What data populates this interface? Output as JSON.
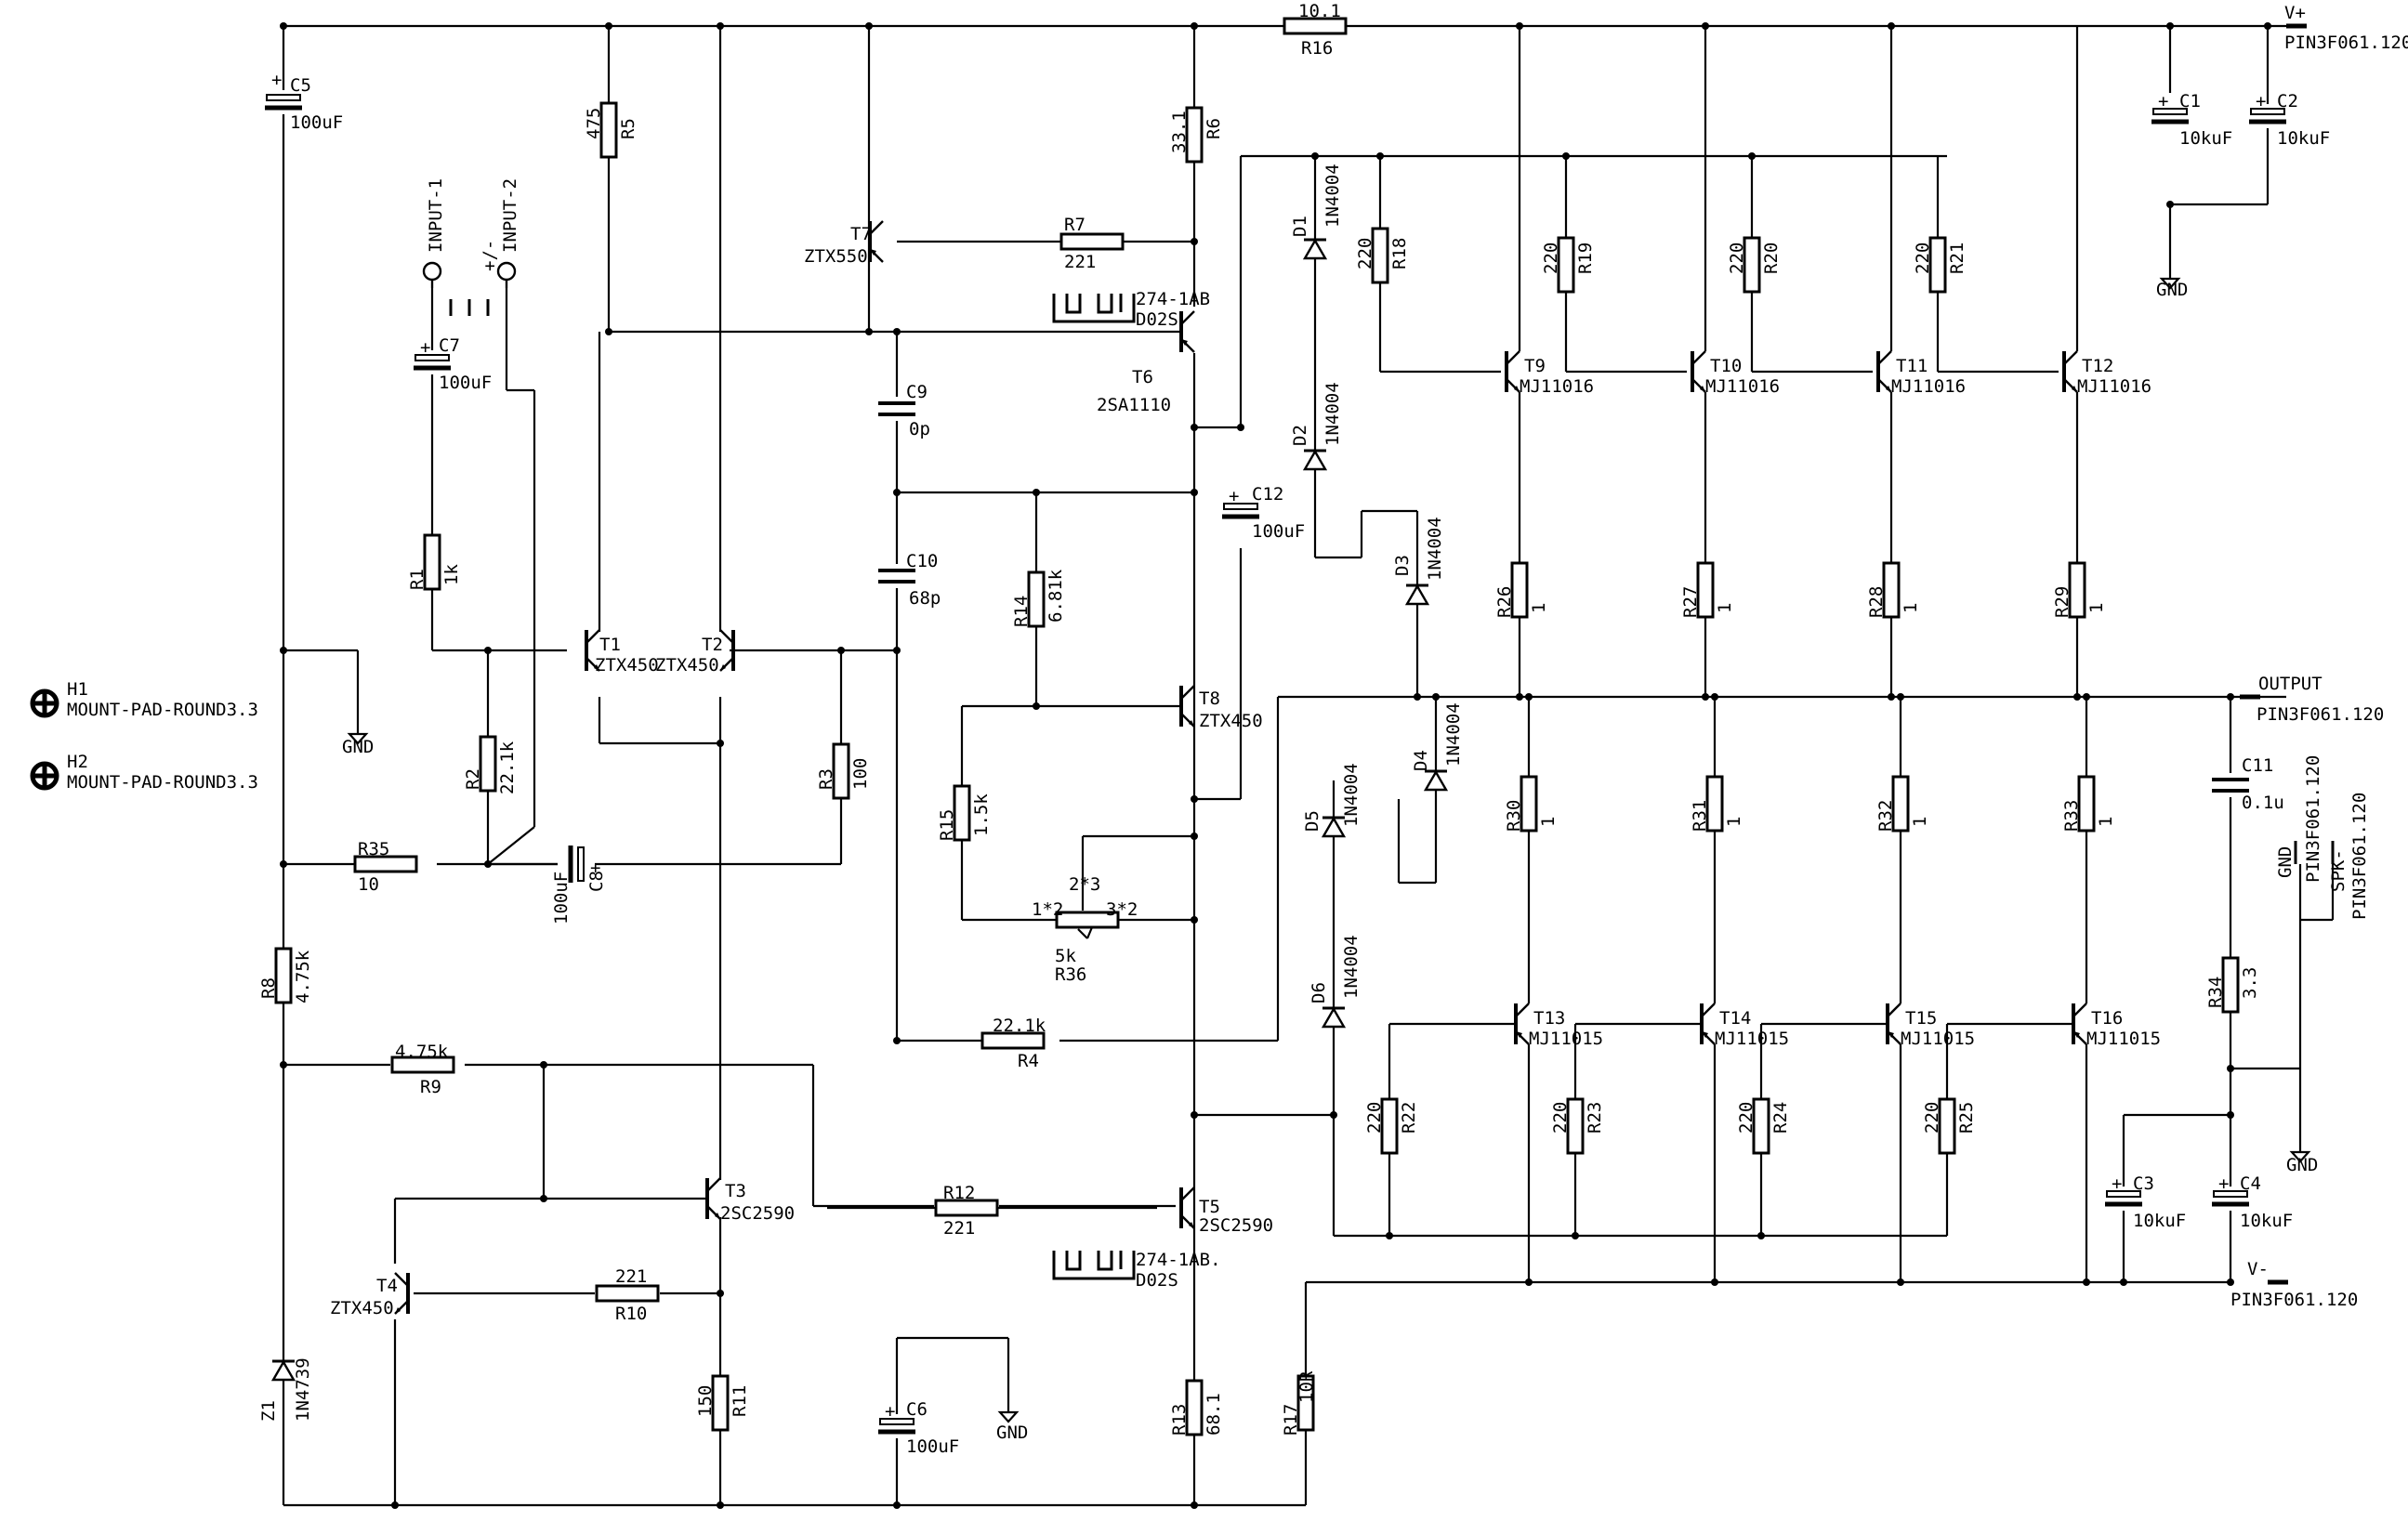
{
  "refs": {
    "R1": "R1",
    "R2": "R2",
    "R3": "R3",
    "R4": "R4",
    "R5": "R5",
    "R6": "R6",
    "R7": "R7",
    "R8": "R8",
    "R9": "R9",
    "R10": "R10",
    "R11": "R11",
    "R12": "R12",
    "R13": "R13",
    "R14": "R14",
    "R15": "R15",
    "R16": "R16",
    "R17": "R17",
    "R18": "R18",
    "R19": "R19",
    "R20": "R20",
    "R21": "R21",
    "R22": "R22",
    "R23": "R23",
    "R24": "R24",
    "R25": "R25",
    "R26": "R26",
    "R27": "R27",
    "R28": "R28",
    "R29": "R29",
    "R30": "R30",
    "R31": "R31",
    "R32": "R32",
    "R33": "R33",
    "R34": "R34",
    "R35": "R35",
    "R36": "R36",
    "C1": "C1",
    "C2": "C2",
    "C3": "C3",
    "C4": "C4",
    "C5": "C5",
    "C6": "C6",
    "C7": "C7",
    "C8": "C8",
    "C9": "C9",
    "C10": "C10",
    "C11": "C11",
    "C12": "C12",
    "D1": "D1",
    "D2": "D2",
    "D3": "D3",
    "D4": "D4",
    "D5": "D5",
    "D6": "D6",
    "T1": "T1",
    "T2": "T2",
    "T3": "T3",
    "T4": "T4",
    "T5": "T5",
    "T6": "T6",
    "T7": "T7",
    "T8": "T8",
    "T9": "T9",
    "T10": "T10",
    "T11": "T11",
    "T12": "T12",
    "T13": "T13",
    "T14": "T14",
    "T15": "T15",
    "T16": "T16",
    "Z1": "Z1",
    "H1": "H1",
    "H2": "H2"
  },
  "values": {
    "R1": "1k",
    "R2": "22.1k",
    "R3": "100",
    "R4": "22.1k",
    "R5": "475",
    "R6": "33.1",
    "R7": "221",
    "R8": "4.75k",
    "R9": "4.75k",
    "R10": "221",
    "R11": "150",
    "R12": "221",
    "R13": "68.1",
    "R14": "6.81k",
    "R15": "1.5k",
    "R16": "10.1",
    "R17": "10R",
    "R18": "220",
    "R19": "220",
    "R20": "220",
    "R21": "220",
    "R22": "220",
    "R23": "220",
    "R24": "220",
    "R25": "220",
    "R26": "1",
    "R27": "1",
    "R28": "1",
    "R29": "1",
    "R30": "1",
    "R31": "1",
    "R32": "1",
    "R33": "1",
    "R34": "3.3",
    "R35": "10",
    "R36": "5k",
    "C1": "10kuF",
    "C2": "10kuF",
    "C3": "10kuF",
    "C4": "10kuF",
    "C5": "100uF",
    "C6": "100uF",
    "C7": "100uF",
    "C8": "100uF",
    "C9": "0p",
    "C10": "68p",
    "C11": "0.1u",
    "C12": "100uF",
    "D1": "1N4004",
    "D2": "1N4004",
    "D3": "1N4004",
    "D4": "1N4004",
    "D5": "1N4004",
    "D6": "1N4004",
    "T1": "ZTX450",
    "T2": "ZTX450",
    "T3": "2SC2590",
    "T4": "ZTX450",
    "T5": "2SC2590",
    "T6": "2SA1110",
    "T7": "ZTX550",
    "T8": "ZTX450",
    "T9": "MJ11016",
    "T10": "MJ11016",
    "T11": "MJ11016",
    "T12": "MJ11016",
    "T13": "MJ11015",
    "T14": "MJ11015",
    "T15": "MJ11015",
    "T16": "MJ11015",
    "Z1": "1N4739",
    "H1": "MOUNT-PAD-ROUND3.3",
    "H2": "MOUNT-PAD-ROUND3.3"
  },
  "heatsink": {
    "part": "274-1AB",
    "part_b": "274-1AB.",
    "pkg": "D02S"
  },
  "pot_pins": {
    "a": "1*2",
    "b": "2*3",
    "c": "3*2"
  },
  "connectors": {
    "vplus": "V+",
    "vminus": "V-",
    "output": "OUTPUT",
    "spk": "SPK-",
    "gnd": "GND",
    "pin": "PIN3F061.120",
    "input1": "INPUT-1",
    "input2": "INPUT-2",
    "pm": "+/-"
  },
  "gnd_label": "GND",
  "plus": "+"
}
